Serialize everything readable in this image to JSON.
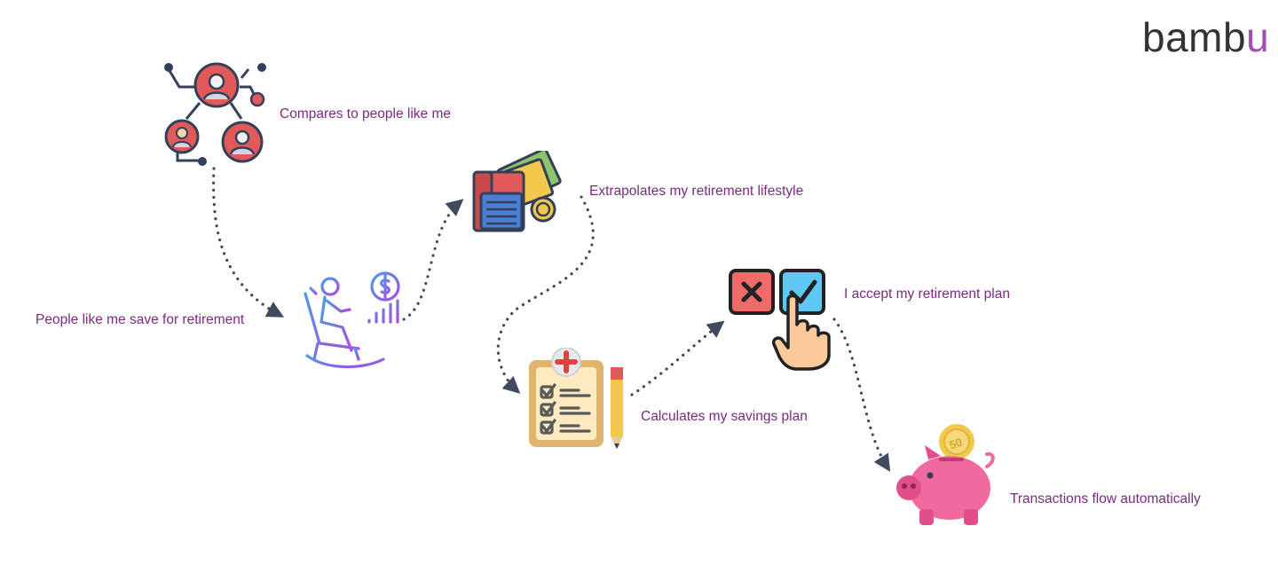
{
  "brand": {
    "logo_main": "bamb",
    "logo_accent": "u"
  },
  "steps": [
    {
      "label": "Compares to people like me",
      "icon": "people-network-icon"
    },
    {
      "label": "People like me save for retirement",
      "icon": "rocking-chair-savings-icon"
    },
    {
      "label": "Extrapolates my retirement lifestyle",
      "icon": "wallet-money-icon"
    },
    {
      "label": "Calculates my savings plan",
      "icon": "clipboard-checklist-icon"
    },
    {
      "label": "I accept my retirement plan",
      "icon": "accept-checkbox-icon"
    },
    {
      "label": "Transactions flow automatically",
      "icon": "piggy-bank-icon"
    }
  ],
  "colors": {
    "label": "#7b2a82",
    "dotted_path": "#3f4a5c",
    "brand_text": "#333333",
    "brand_accent": "#a04fb0"
  }
}
